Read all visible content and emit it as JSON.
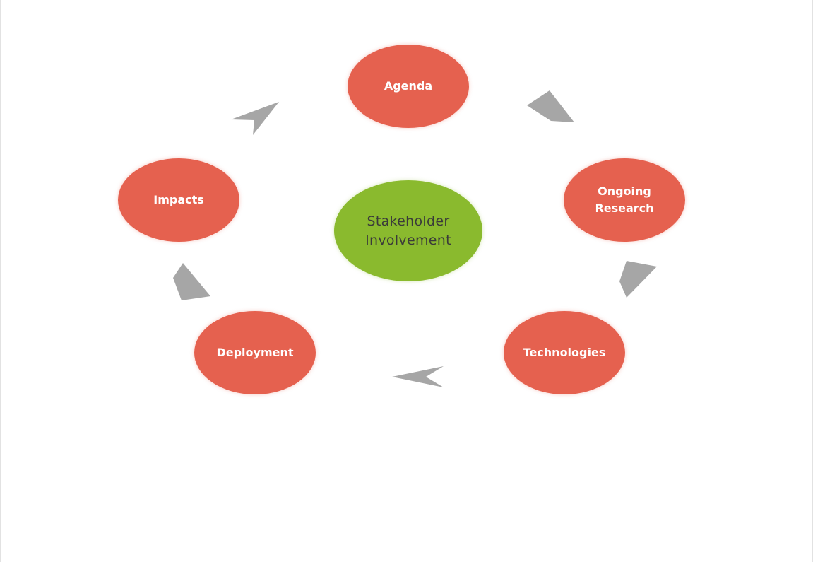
{
  "diagram": {
    "center": {
      "label": "Stakeholder\nInvolvement",
      "color": "#8aba2e"
    },
    "nodes": [
      {
        "label": "Agenda"
      },
      {
        "label": "Ongoing\nResearch"
      },
      {
        "label": "Technologies"
      },
      {
        "label": "Deployment"
      },
      {
        "label": "Impacts"
      }
    ],
    "node_color": "#e5614f",
    "arrow_color": "#a6a6a6",
    "arrow_icon": "chevron-arrow-icon"
  }
}
